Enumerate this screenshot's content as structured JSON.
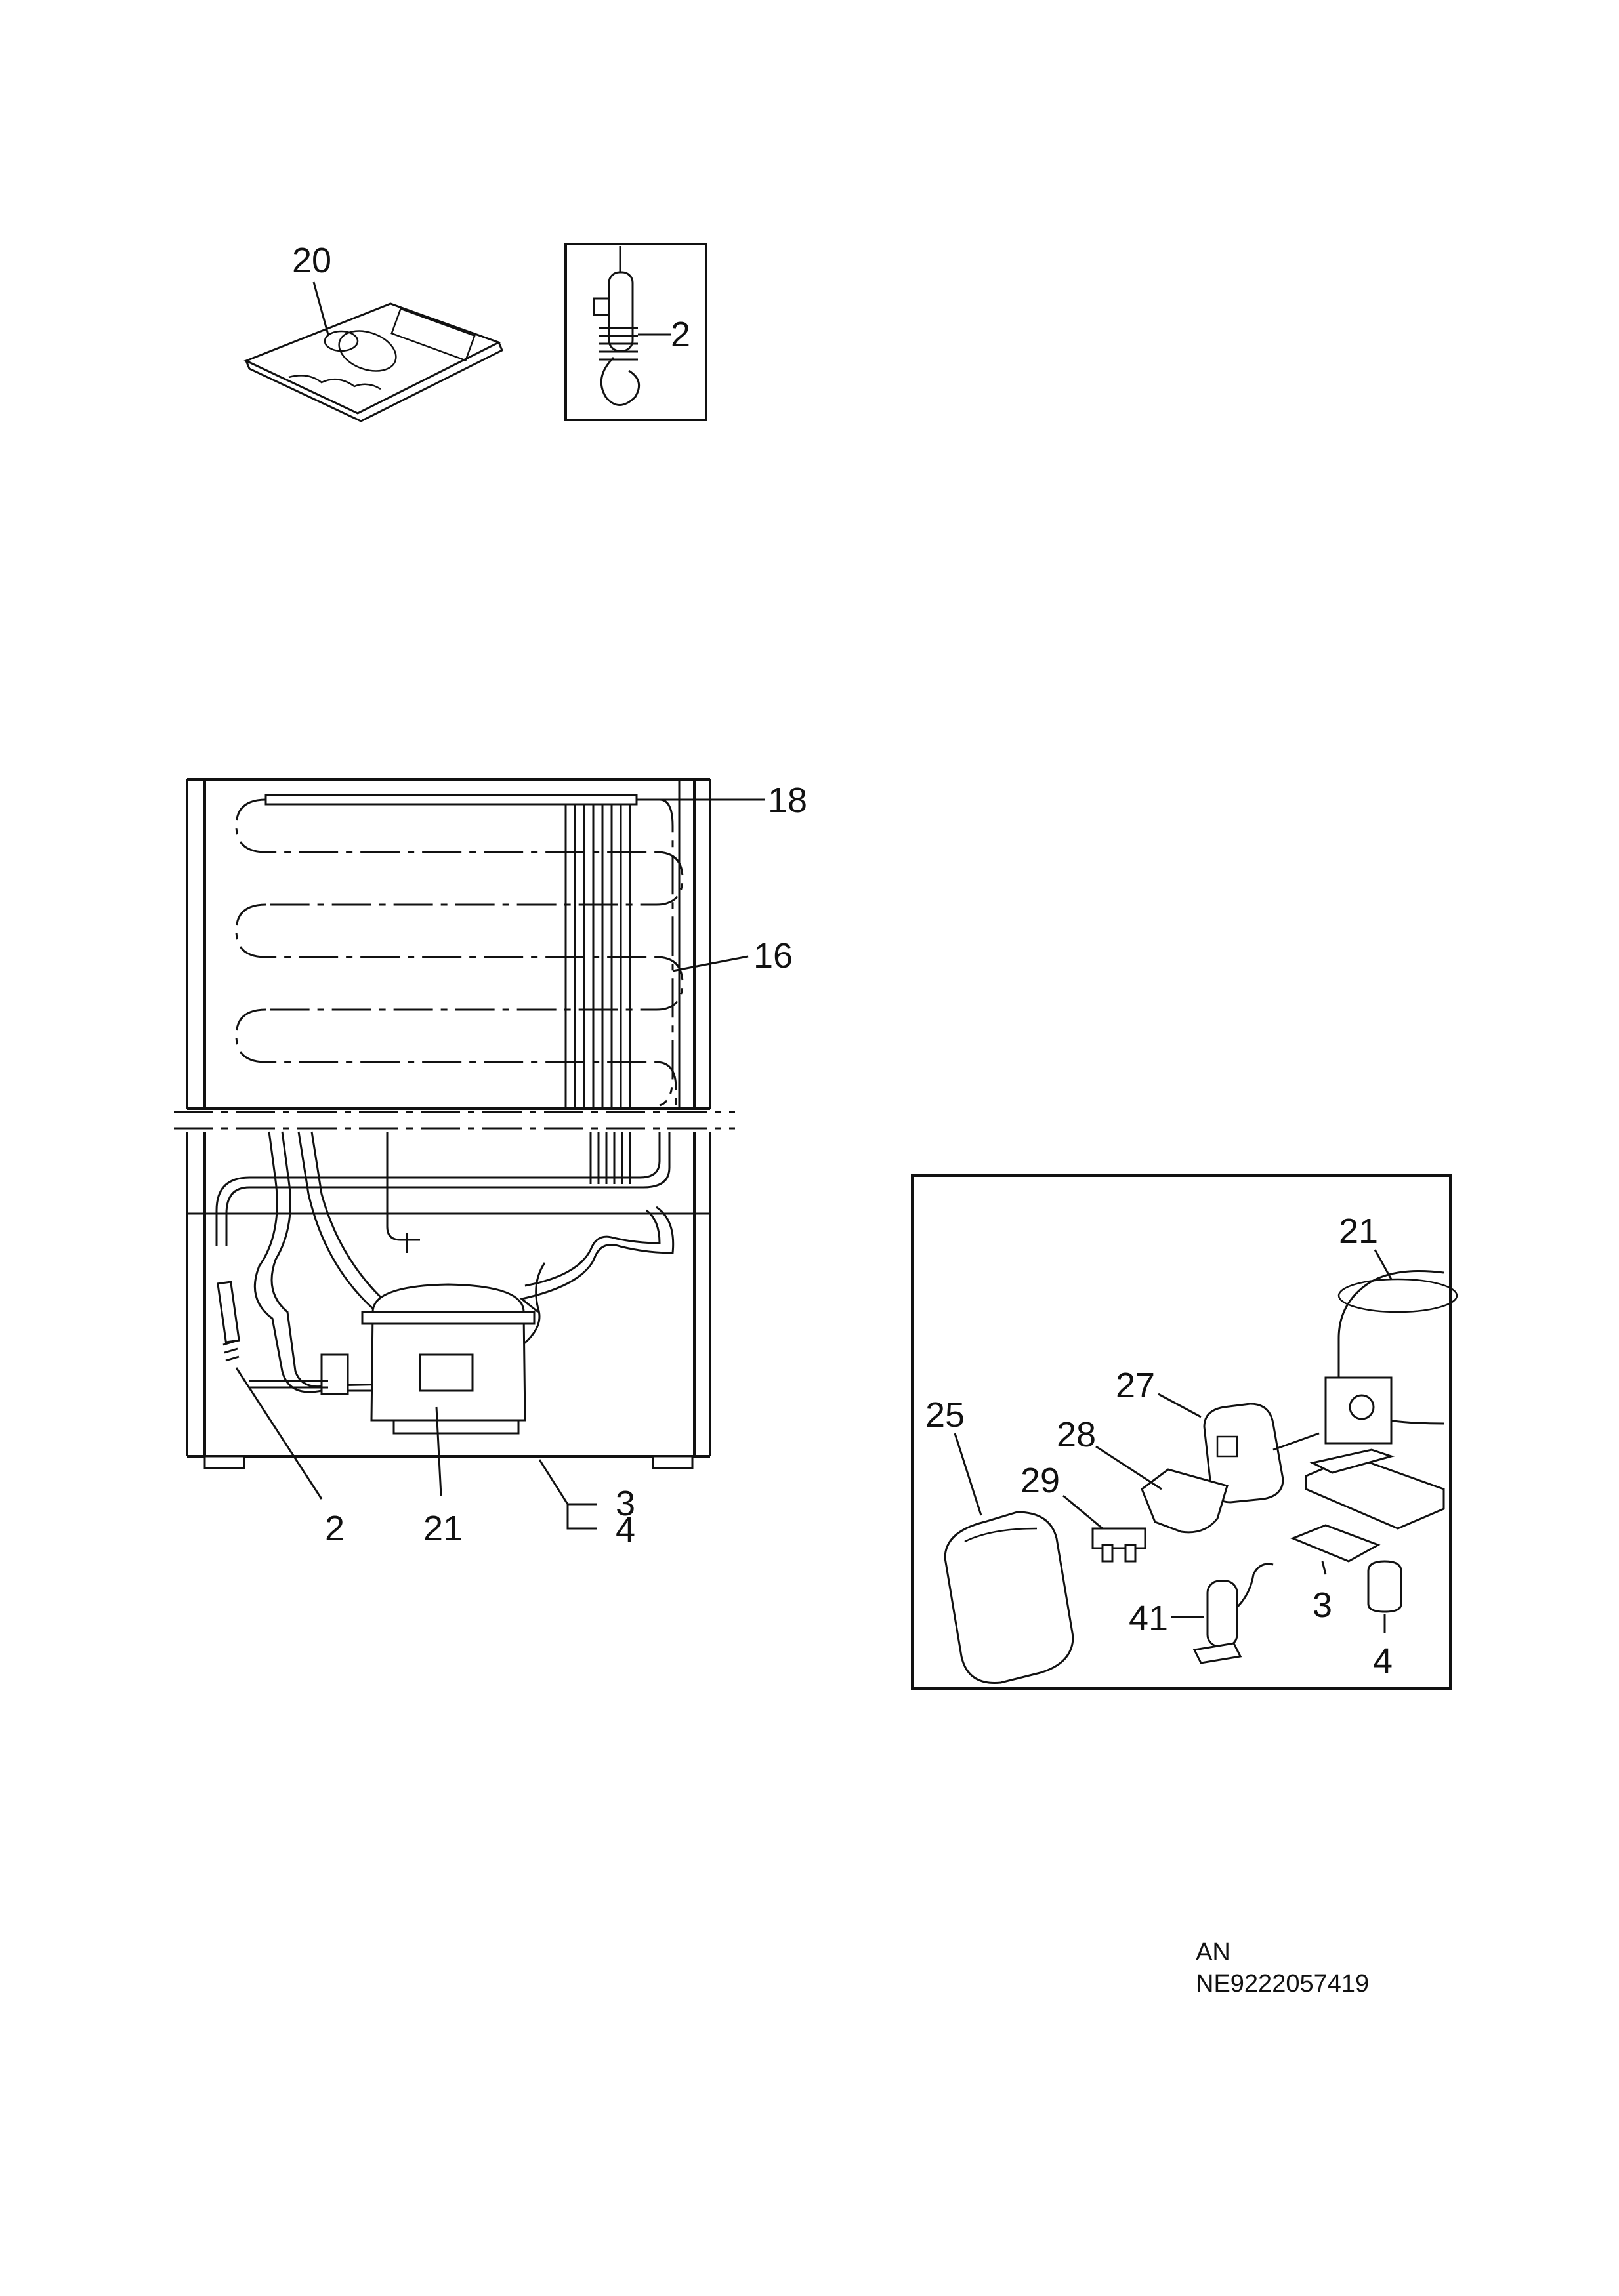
{
  "labels": {
    "manual_20": "20",
    "sensor_2_top": "2",
    "condenser_18": "18",
    "tube_16": "16",
    "sensor_2_bottom": "2",
    "compressor_21_bottom": "21",
    "part_3_bottom": "3",
    "part_4_bottom": "4",
    "compressor_21_detail": "21",
    "cover_25": "25",
    "relay_27": "27",
    "clip_28": "28",
    "connector_29": "29",
    "capacitor_41": "41",
    "bracket_3_detail": "3",
    "grommet_4_detail": "4"
  },
  "codes": {
    "line1": "AN",
    "line2": "NE9222057419"
  }
}
